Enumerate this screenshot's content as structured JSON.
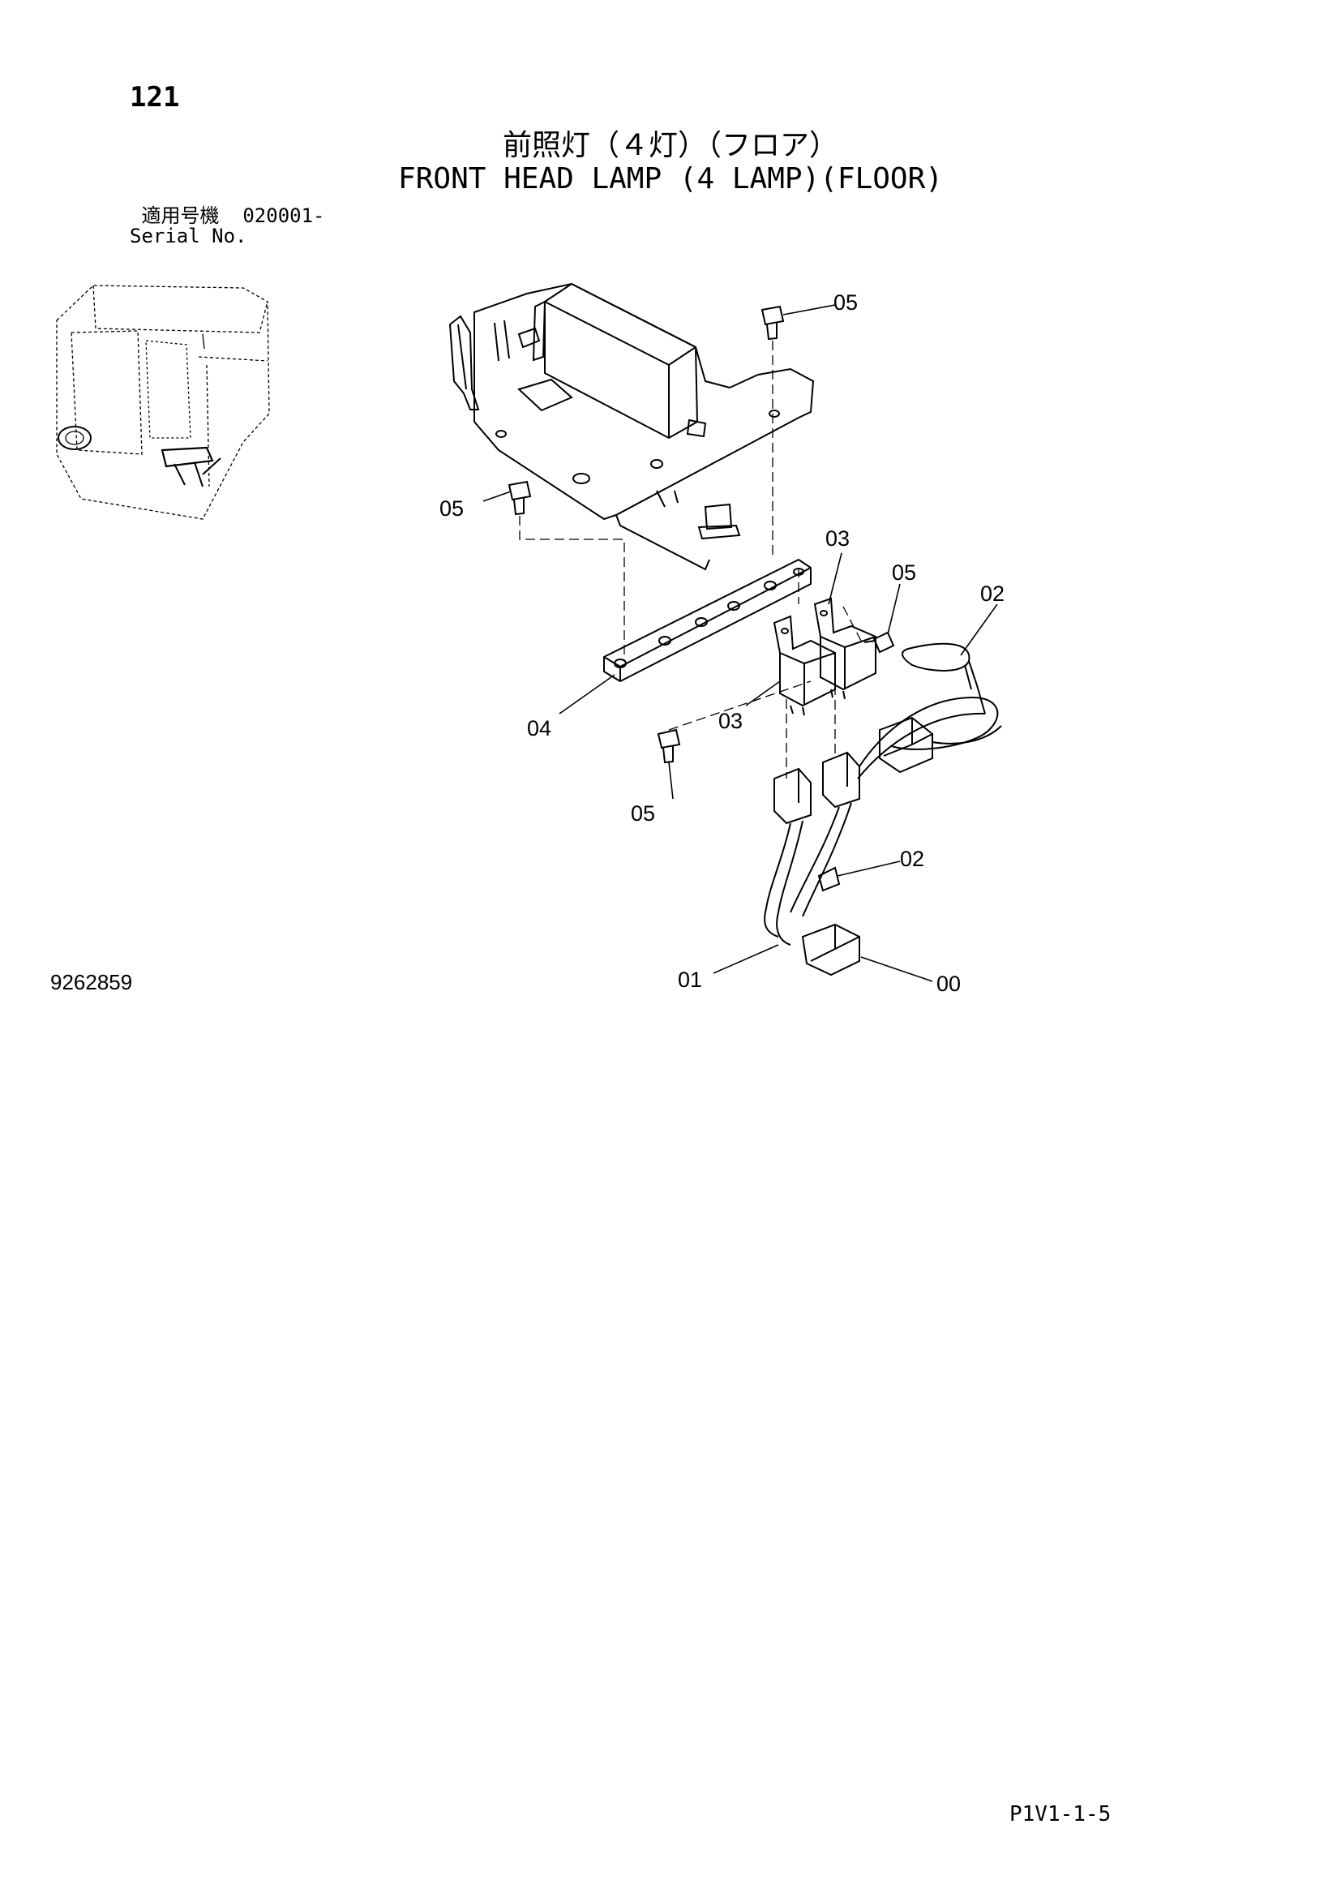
{
  "page_number": "121",
  "title_jp": "前照灯（４灯）（フロア）",
  "title_en": "FRONT HEAD LAMP (4 LAMP)(FLOOR)",
  "serial": {
    "label_jp": "適用号機",
    "value": "020001-",
    "label_en": "Serial No."
  },
  "drawing_number": "9262859",
  "footer_code": "P1V1-1-5",
  "callouts": {
    "c05_top": "05",
    "c05_left": "05",
    "c03_upper": "03",
    "c05_mid": "05",
    "c02_upper": "02",
    "c04": "04",
    "c03_lower": "03",
    "c05_bottom": "05",
    "c02_lower": "02",
    "c01": "01",
    "c00": "00"
  }
}
